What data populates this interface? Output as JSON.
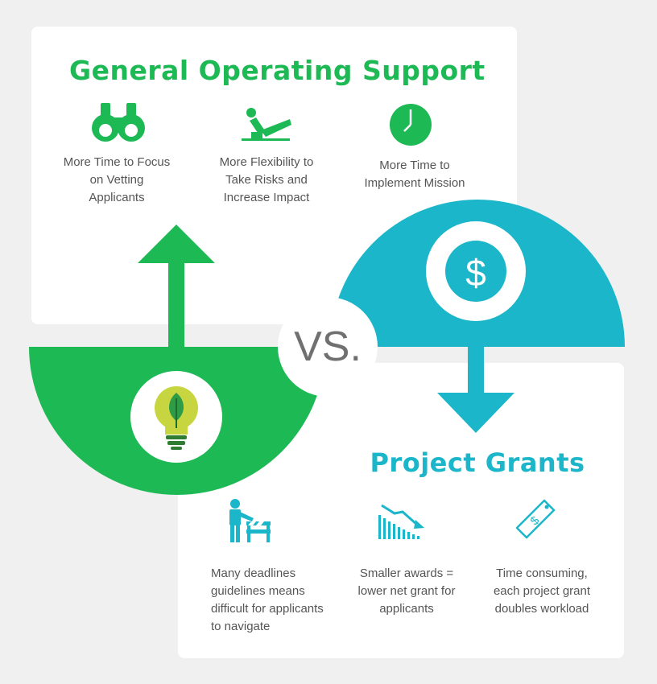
{
  "general_operating_support": {
    "title": "General Operating Support",
    "color": "#1db954",
    "benefits": [
      {
        "icon": "binoculars-icon",
        "text": "More Time to Focus\non Vetting\nApplicants"
      },
      {
        "icon": "seated-figure-icon",
        "text": "More Flexibility to\nTake Risks and\nIncrease Impact"
      },
      {
        "icon": "clock-icon",
        "text": "More Time to\nImplement Mission"
      }
    ],
    "center_icon": "lightbulb-leaf-icon"
  },
  "comparison": {
    "label": "VS."
  },
  "project_grants": {
    "title": "Project Grants",
    "color": "#1bb6c9",
    "center_icon": "dollar-icon",
    "drawbacks": [
      {
        "icon": "person-barrier-icon",
        "text": "Many deadlines\nguidelines means\ndifficult for applicants\nto navigate"
      },
      {
        "icon": "declining-chart-icon",
        "text": "Smaller awards =\nlower net grant for\napplicants"
      },
      {
        "icon": "price-tag-icon",
        "text": "Time consuming,\neach project grant\ndoubles workload"
      }
    ]
  },
  "colors": {
    "green": "#1db954",
    "teal": "#1bb6c9",
    "background": "#f0f0f0",
    "text_gray": "#555555",
    "vs_gray": "#707070"
  }
}
